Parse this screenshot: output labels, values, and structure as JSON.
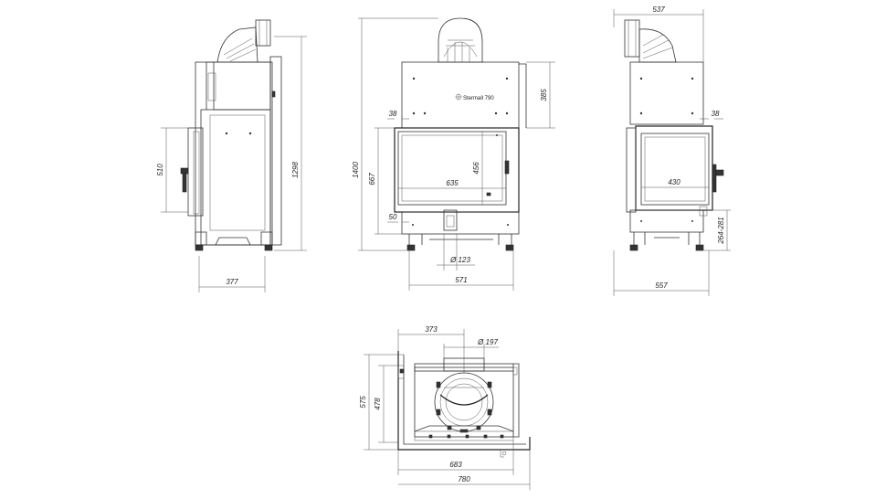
{
  "views": {
    "side": {
      "dims": {
        "depth": "377",
        "door_height": "510",
        "total_height": "1298"
      }
    },
    "front": {
      "brand": "Stermall 790",
      "dims": {
        "left_offset": "38",
        "glass_width": "635",
        "glass_height": "456",
        "front_height": "667",
        "total_height": "1400",
        "top_height": "385",
        "bottom_offset": "50",
        "duct_diameter": "Ø 123",
        "base_width": "571"
      }
    },
    "right": {
      "dims": {
        "top_width": "537",
        "right_offset": "38",
        "glass_width": "430",
        "leg_range": "264-281",
        "base_width": "557"
      }
    },
    "top": {
      "dims": {
        "flue_offset": "373",
        "flue_diameter": "Ø 197",
        "depth_outer": "575",
        "depth_inner": "478",
        "width_inner": "683",
        "width_outer": "780"
      }
    }
  }
}
